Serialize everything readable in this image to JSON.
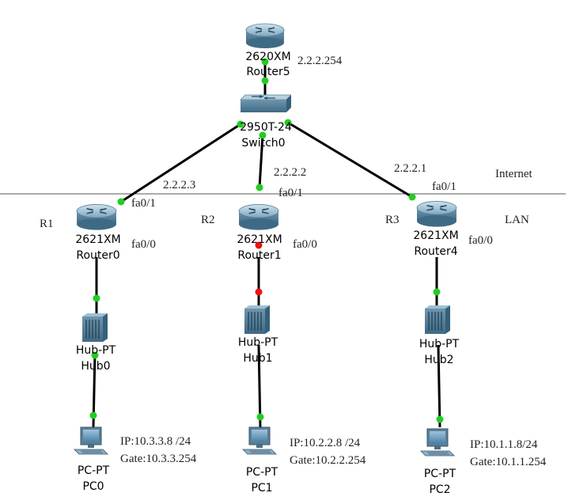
{
  "zones": {
    "internet": "Internet",
    "lan": "LAN"
  },
  "router5": {
    "model": "2620XM",
    "name": "Router5",
    "ip": "2.2.2.254"
  },
  "switch0": {
    "model": "2950T-24",
    "name": "Switch0"
  },
  "routers": [
    {
      "id": "R1",
      "model": "2621XM",
      "name": "Router0",
      "wan_ip": "2.2.2.3",
      "wan_if": "fa0/1",
      "lan_if": "fa0/0"
    },
    {
      "id": "R2",
      "model": "2621XM",
      "name": "Router1",
      "wan_ip": "2.2.2.2",
      "wan_if": "fa0/1",
      "lan_if": "fa0/0"
    },
    {
      "id": "R3",
      "model": "2621XM",
      "name": "Router4",
      "wan_ip": "2.2.2.1",
      "wan_if": "fa0/1",
      "lan_if": "fa0/0"
    }
  ],
  "hubs": [
    {
      "model": "Hub-PT",
      "name": "Hub0"
    },
    {
      "model": "Hub-PT",
      "name": "Hub1"
    },
    {
      "model": "Hub-PT",
      "name": "Hub2"
    }
  ],
  "pcs": [
    {
      "model": "PC-PT",
      "name": "PC0",
      "ip": "IP:10.3.3.8 /24",
      "gate": "Gate:10.3.3.254"
    },
    {
      "model": "PC-PT",
      "name": "PC1",
      "ip": "IP:10.2.2.8 /24",
      "gate": "Gate:10.2.2.254"
    },
    {
      "model": "PC-PT",
      "name": "PC2",
      "ip": "IP:10.1.1.8/24",
      "gate": "Gate:10.1.1.254"
    }
  ],
  "colors": {
    "link_up": "#22cc22",
    "link_down": "#ee1111"
  }
}
